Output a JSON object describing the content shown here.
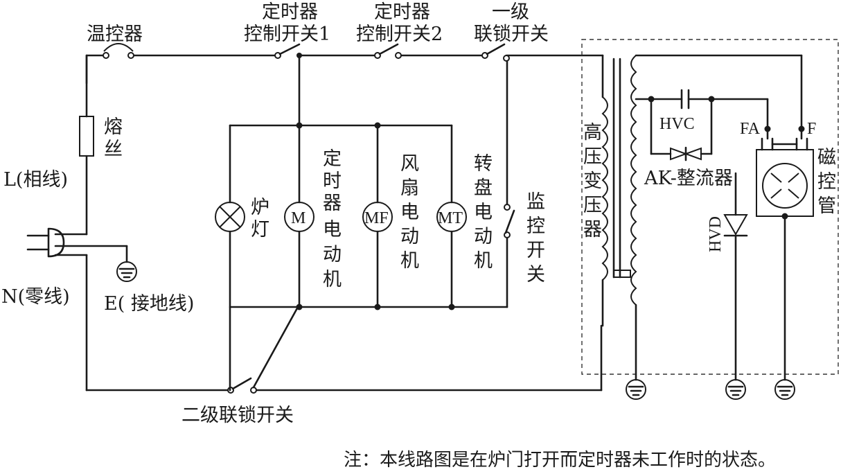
{
  "labels": {
    "thermostat": "温控器",
    "timer_switch_1": [
      "定时器",
      "控制开关1"
    ],
    "timer_switch_2": [
      "定时器",
      "控制开关2"
    ],
    "primary_interlock": [
      "一级",
      "联锁开关"
    ],
    "fuse": [
      "熔",
      "丝"
    ],
    "live_wire": "L(相线)",
    "neutral_wire": "N(零线)",
    "earth_wire": "E( 接地线)",
    "oven_lamp": [
      "炉",
      "灯"
    ],
    "timer_motor": [
      "定",
      "时",
      "器",
      "电",
      "动",
      "机"
    ],
    "fan_motor": [
      "风",
      "扇",
      "电",
      "动",
      "机"
    ],
    "turntable_motor": [
      "转",
      "盘",
      "电",
      "动",
      "机"
    ],
    "monitor_switch": [
      "监",
      "控",
      "开",
      "关"
    ],
    "hv_transformer": [
      "高",
      "压",
      "变",
      "压",
      "器"
    ],
    "hvc": "HVC",
    "ak_rectifier": "AK-整流器",
    "hvd": "HVD",
    "fa": "FA",
    "f": "F",
    "magnetron": [
      "磁",
      "控",
      "管"
    ],
    "secondary_interlock": "二级联锁开关",
    "motor_m": "M",
    "motor_mf": "MF",
    "motor_mt": "MT"
  },
  "note": "注：本线路图是在炉门打开而定时器未工作时的状态。"
}
